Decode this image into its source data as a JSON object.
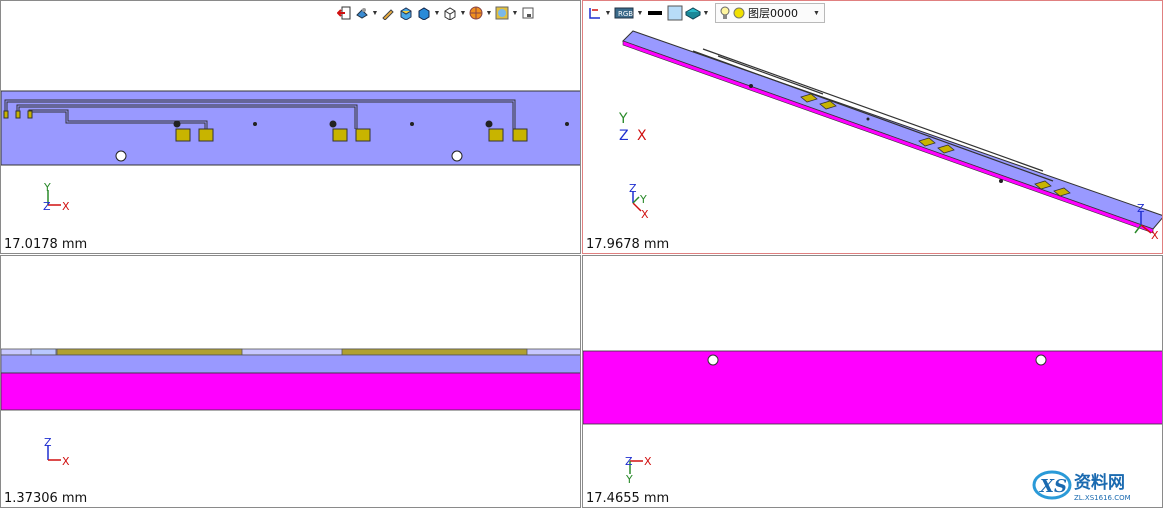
{
  "viewports": {
    "top": {
      "scale": "17.0178 mm",
      "triad": {
        "x": "X",
        "y": "Y",
        "z": "Z"
      }
    },
    "iso": {
      "scale": "17.9678 mm",
      "triad": {
        "x": "X",
        "y": "Y",
        "z": "Z"
      }
    },
    "front": {
      "scale": "1.37306 mm",
      "triad": {
        "x": "X",
        "z": "Z"
      }
    },
    "side": {
      "scale": "17.4655 mm",
      "triad": {
        "x": "X",
        "y": "Y",
        "z": "Z"
      }
    }
  },
  "toolbar": {
    "layer_name": "图层0000",
    "icons": [
      "exit-icon",
      "render-mode-icon",
      "pencil-icon",
      "shaded-box-icon",
      "solid-cube-icon",
      "wireframe-cube-icon",
      "orange-sphere-icon",
      "section-view-icon",
      "save-view-icon",
      "monitor-icon",
      "color-swatch-icon",
      "fill-color-icon",
      "material-icon",
      "lightbulb-icon",
      "layer-status-icon"
    ]
  },
  "watermark": {
    "name": "资料网",
    "site": "ZL.XS1616.COM"
  },
  "colors": {
    "board": "#9999ff",
    "pad": "#c8b400",
    "substrate": "#ff00ff",
    "active_border": "#e08080"
  }
}
